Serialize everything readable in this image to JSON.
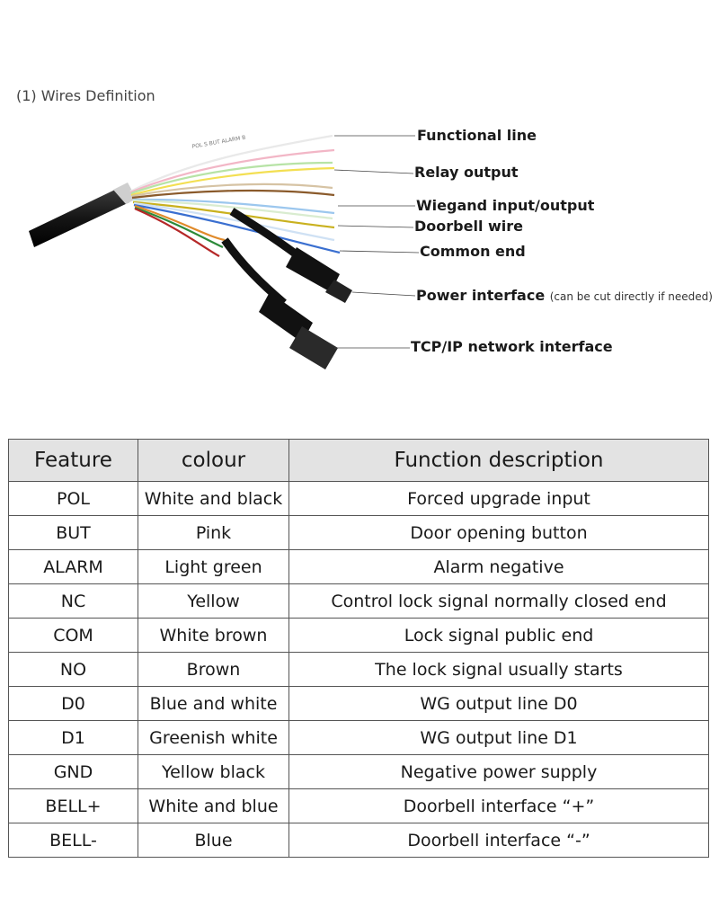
{
  "section_title": "(1) Wires Definition",
  "callouts": [
    {
      "label": "Functional line",
      "note": ""
    },
    {
      "label": "Relay output",
      "note": ""
    },
    {
      "label": "Wiegand input/output",
      "note": ""
    },
    {
      "label": "Doorbell wire",
      "note": ""
    },
    {
      "label": "Common end",
      "note": ""
    },
    {
      "label": "Power interface",
      "note": "(can be cut directly if needed)"
    },
    {
      "label": "TCP/IP network interface",
      "note": ""
    }
  ],
  "cable_print": "POL S BUT ALARM B",
  "table": {
    "headers": [
      "Feature",
      "colour",
      "Function description"
    ],
    "rows": [
      [
        "POL",
        "White and black",
        "Forced upgrade input"
      ],
      [
        "BUT",
        "Pink",
        "Door opening button"
      ],
      [
        "ALARM",
        "Light green",
        "Alarm negative"
      ],
      [
        "NC",
        "Yellow",
        "Control lock signal normally closed end"
      ],
      [
        "COM",
        "White brown",
        "Lock signal public end"
      ],
      [
        "NO",
        "Brown",
        "The lock signal usually starts"
      ],
      [
        "D0",
        "Blue and white",
        "WG output line D0"
      ],
      [
        "D1",
        "Greenish white",
        "WG output line D1"
      ],
      [
        "GND",
        "Yellow black",
        "Negative power supply"
      ],
      [
        "BELL+",
        "White and blue",
        "Doorbell interface “+”"
      ],
      [
        "BELL-",
        "Blue",
        "Doorbell interface “-”"
      ]
    ]
  }
}
